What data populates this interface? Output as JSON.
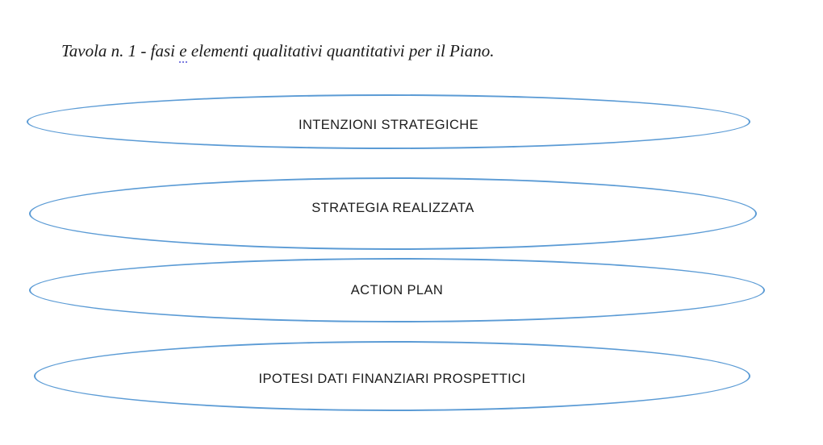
{
  "page": {
    "background_color": "#ffffff",
    "type": "document-figure"
  },
  "caption": {
    "full_text": "Tavola n. 1 - fasi e elementi qualitativi quantitativi per il Piano.",
    "part_before": "Tavola n. 1 - fasi ",
    "flagged_word": "e",
    "part_after": " elementi qualitativi quantitativi per il Piano.",
    "grammar_underline_color": "#7b7be0",
    "text_color": "#1a1a1a"
  },
  "diagram": {
    "shape_type": "ellipse",
    "stroke_color": "#5B9BD5",
    "fill_color": "#ffffff",
    "label_color": "#1c1c1c",
    "phases": [
      {
        "label": "INTENZIONI STRATEGICHE"
      },
      {
        "label": "STRATEGIA REALIZZATA"
      },
      {
        "label": "ACTION PLAN"
      },
      {
        "label": "IPOTESI DATI FINANZIARI PROSPETTICI"
      }
    ]
  }
}
